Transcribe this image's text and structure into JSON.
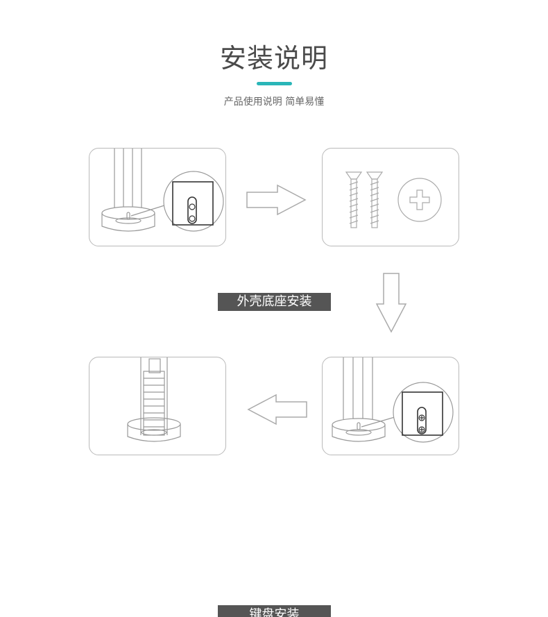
{
  "header": {
    "title": "安装说明",
    "subtitle": "产品使用说明 简单易懂"
  },
  "steps": [
    {
      "label": "外壳底座安装"
    },
    {
      "label": "键盘安装"
    }
  ],
  "colors": {
    "accent": "#2ab6b8",
    "label_bg": "#555555",
    "panel_border": "#b9b9b9",
    "line": "#999999"
  },
  "icons": [
    "arrow-right-icon",
    "arrow-down-icon",
    "arrow-left-icon",
    "screw-icon",
    "phillips-head-icon"
  ]
}
